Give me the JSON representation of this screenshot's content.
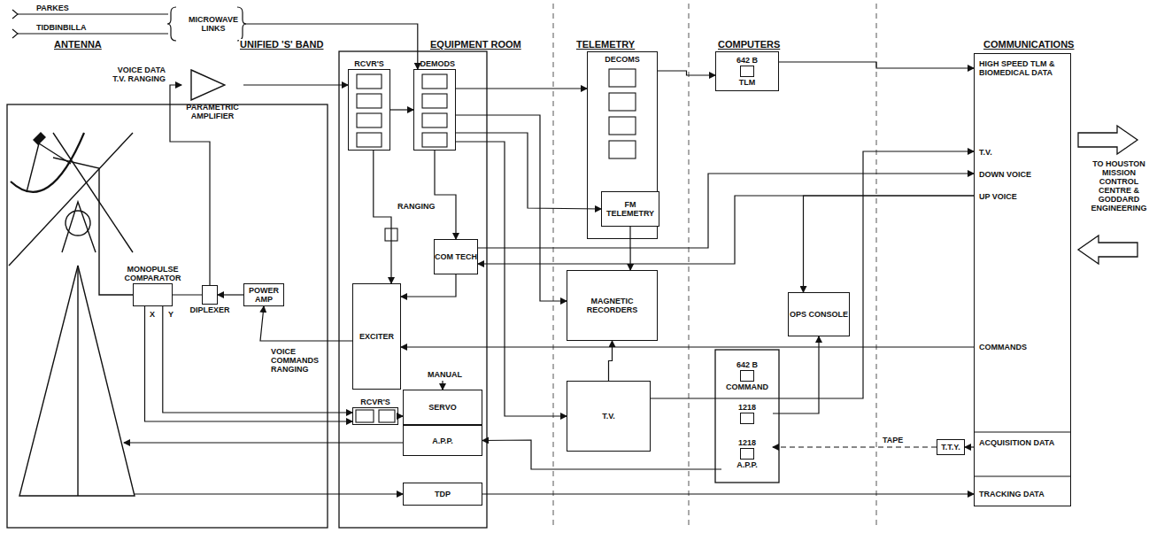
{
  "diagram": {
    "nodes": [
      {
        "text": [
          "MICROWAVE LINKS"
        ]
      },
      {
        "text": [
          "RCVR'S"
        ]
      },
      {
        "text": [
          "DEMODS"
        ]
      },
      {
        "text": [
          "COM TECH"
        ]
      },
      {
        "text": [
          "EXCITER"
        ]
      },
      {
        "text": [
          "DECOMS"
        ]
      },
      {
        "text": [
          "FM TELEMETRY"
        ],
        "in": 5
      },
      {
        "text": [
          "642 B",
          "TLM"
        ]
      },
      {
        "text": [
          "MAGNETIC RECORDERS"
        ]
      },
      {
        "text": [
          "T.V."
        ]
      },
      {
        "text": [
          "OPS CONSOLE"
        ]
      },
      {
        "text": [
          "642 B",
          "COMMAND"
        ]
      },
      {
        "text": [
          "1218"
        ]
      },
      {
        "text": [
          "1218",
          "A.P.P."
        ]
      },
      {
        "text": [
          "SERVO"
        ]
      },
      {
        "text": [
          "A.P.P."
        ]
      },
      {
        "text": [
          "RCVR'S"
        ]
      },
      {
        "text": [
          "TDP"
        ]
      },
      {
        "text": [
          "T.T.Y."
        ]
      },
      {
        "text": [
          "HIGH SPEED TLM & BIOMEDICAL DATA",
          "T.V.",
          "DOWN VOICE",
          "UP VOICE",
          "COMMANDS",
          "ACQUISITION DATA",
          "TRACKING DATA"
        ]
      },
      {
        "text": [
          "PARAMETRIC AMPLIFIER"
        ]
      },
      {
        "text": [
          "MONOPULSE COMPARATOR"
        ]
      },
      {
        "text": [
          "DIPLEXER"
        ]
      },
      {
        "text": [
          "POWER AMP"
        ]
      }
    ],
    "edges": [
      {
        "from": 0,
        "to": 2,
        "arrow": "to"
      },
      {
        "from": 20,
        "to": 1,
        "arrow": "to"
      },
      {
        "from": 1,
        "to": 2,
        "arrow": "to"
      },
      {
        "from": 2,
        "to": 5,
        "arrow": "to"
      },
      {
        "from": 2,
        "to": 6,
        "arrow": "to"
      },
      {
        "from": 5,
        "to": 7,
        "arrow": "to"
      },
      {
        "from": 7,
        "to": 19,
        "arrow": "to"
      },
      {
        "from": 2,
        "to": 3,
        "arrow": "to"
      },
      {
        "from": 3,
        "to": 19,
        "arrow": "to"
      },
      {
        "from": 19,
        "to": 3,
        "arrow": "to"
      },
      {
        "from": 19,
        "to": 10,
        "arrow": "to"
      },
      {
        "from": 3,
        "to": 4,
        "arrow": "to"
      },
      {
        "from": 1,
        "to": 4,
        "arrow": "to"
      },
      {
        "from": 4,
        "to": 23,
        "arrow": "to"
      },
      {
        "from": 23,
        "to": 22,
        "arrow": "to"
      },
      {
        "from": 22,
        "to": 20,
        "arrow": "to"
      },
      {
        "from": 21,
        "to": 22,
        "arrow": "none"
      },
      {
        "from": 21,
        "to": 16,
        "arrow": "to"
      },
      {
        "from": 21,
        "to": 16,
        "arrow": "to"
      },
      {
        "from": 16,
        "to": 14,
        "arrow": "to"
      },
      {
        "from": 17,
        "to": 19,
        "arrow": "to"
      },
      {
        "from": 2,
        "to": 8,
        "arrow": "to"
      },
      {
        "from": 2,
        "to": 9,
        "arrow": "to"
      },
      {
        "from": 9,
        "to": 8,
        "arrow": "to"
      },
      {
        "from": 6,
        "to": 8,
        "arrow": "to"
      },
      {
        "from": 9,
        "to": 19,
        "arrow": "to"
      },
      {
        "from": 19,
        "to": 4,
        "arrow": "to"
      },
      {
        "from": 12,
        "to": 10,
        "arrow": "to"
      },
      {
        "from": 19,
        "to": 18,
        "arrow": "to"
      },
      {
        "from": 18,
        "to": 13,
        "arrow": "to"
      },
      {
        "from": 13,
        "to": 15,
        "arrow": "to"
      }
    ],
    "labels": [
      "PARKES",
      "TIDBINBILLA",
      "ANTENNA",
      "UNIFIED 'S' BAND",
      "EQUIPMENT ROOM",
      "TELEMETRY",
      "COMPUTERS",
      "COMMUNICATIONS",
      "VOICE DATA T.V. RANGING",
      "RANGING",
      "VOICE COMMANDS RANGING",
      "MANUAL",
      "X",
      "Y",
      "TAPE",
      "TO HOUSTON MISSION CONTROL CENTRE & GODDARD ENGINEERING"
    ]
  }
}
